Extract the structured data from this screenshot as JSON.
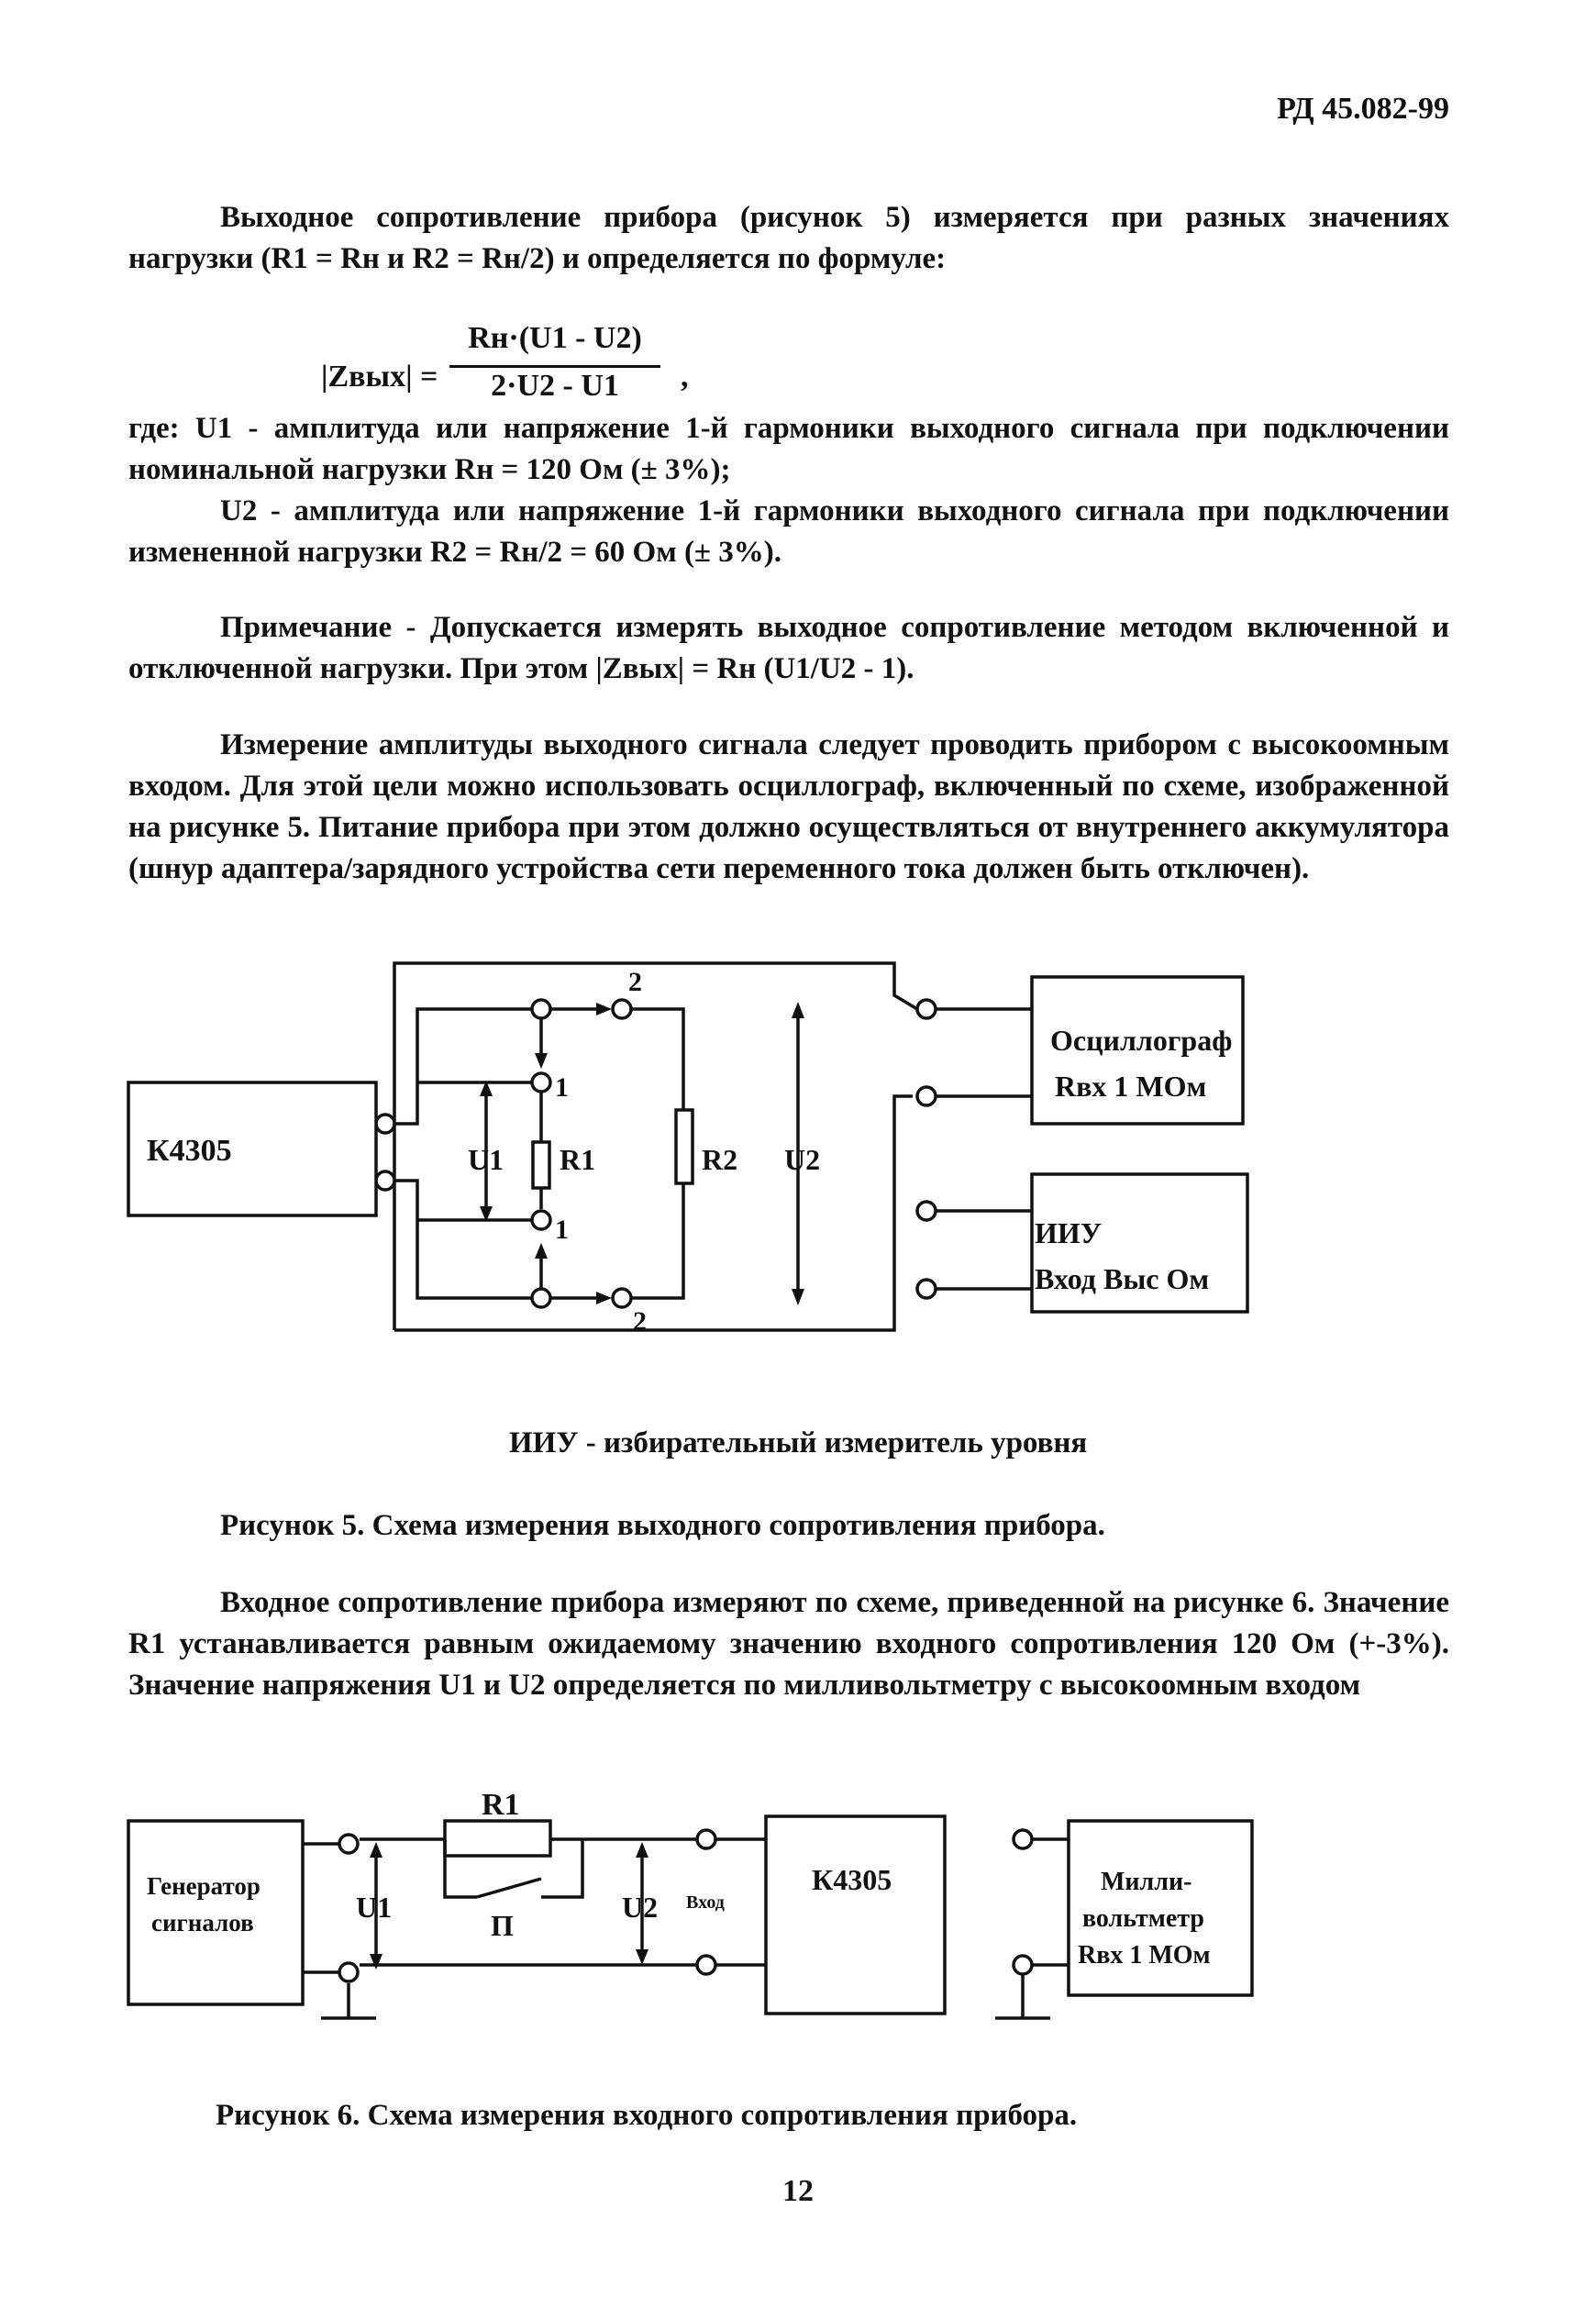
{
  "header": {
    "doc_code": "РД 45.082-99"
  },
  "paragraphs": {
    "p1": "Выходное сопротивление прибора (рисунок 5) измеряется при разных значениях нагрузки (R1 = Rн и R2 = Rн/2) и определяется по формуле:",
    "where_u1": "где: U1 - амплитуда или напряжение 1-й гармоники выходного сигнала при подключении номинальной нагрузки Rн = 120 Ом (± 3%);",
    "where_u2": "U2 - амплитуда или напряжение 1-й гармоники выходного сигнала при подключении измененной нагрузки R2 = Rн/2 = 60 Ом (± 3%).",
    "note": "Примечание - Допускается измерять выходное сопротивление методом включенной и отключенной нагрузки. При этом |Zвых| = Rн (U1/U2 - 1).",
    "p2": "Измерение амплитуды выходного сигнала следует проводить прибором с высокоомным входом. Для этой цели можно использовать осциллограф, включенный по схеме, изображенной на рисунке 5. Питание прибора при этом должно осуществляться от внутреннего аккумулятора (шнур адаптера/зарядного устройства сети переменного тока должен быть отключен).",
    "p3": "Входное сопротивление прибора измеряют по схеме, приведенной на рисунке 6. Значение R1 устанавливается равным ожидаемому значению входного сопротивления 120 Ом (+-3%). Значение напряжения U1 и U2 определяется по милливольтметру с высокоомным входом"
  },
  "formula": {
    "lhs": "|Zвых| =",
    "numerator": "Rн·(U1 - U2)",
    "denominator": "2·U2 - U1",
    "trail": ","
  },
  "figure5": {
    "device": "К4305",
    "osc_line1": "Осциллограф",
    "osc_line2": "Rвх 1 МОм",
    "iiu_line1": "ИИУ",
    "iiu_line2": "Вход Выс Ом",
    "u1": "U1",
    "r1": "R1",
    "r2": "R2",
    "u2": "U2",
    "pos1_top": "1",
    "pos1_bottom": "1",
    "pos2_top": "2",
    "pos2_bottom": "2",
    "legend": "ИИУ - избирательный измеритель уровня",
    "caption": "Рисунок 5. Схема измерения выходного сопротивления прибора."
  },
  "figure6": {
    "gen_line1": "Генератор",
    "gen_line2": "сигналов",
    "r1": "R1",
    "u1": "U1",
    "switch": "П",
    "u2": "U2",
    "input": "Вход",
    "device": "К4305",
    "mv_line1": "Милли-",
    "mv_line2": "вольтметр",
    "mv_line3": "Rвх 1 МОм",
    "caption": "Рисунок 6. Схема измерения входного сопротивления прибора."
  },
  "page_number": "12"
}
